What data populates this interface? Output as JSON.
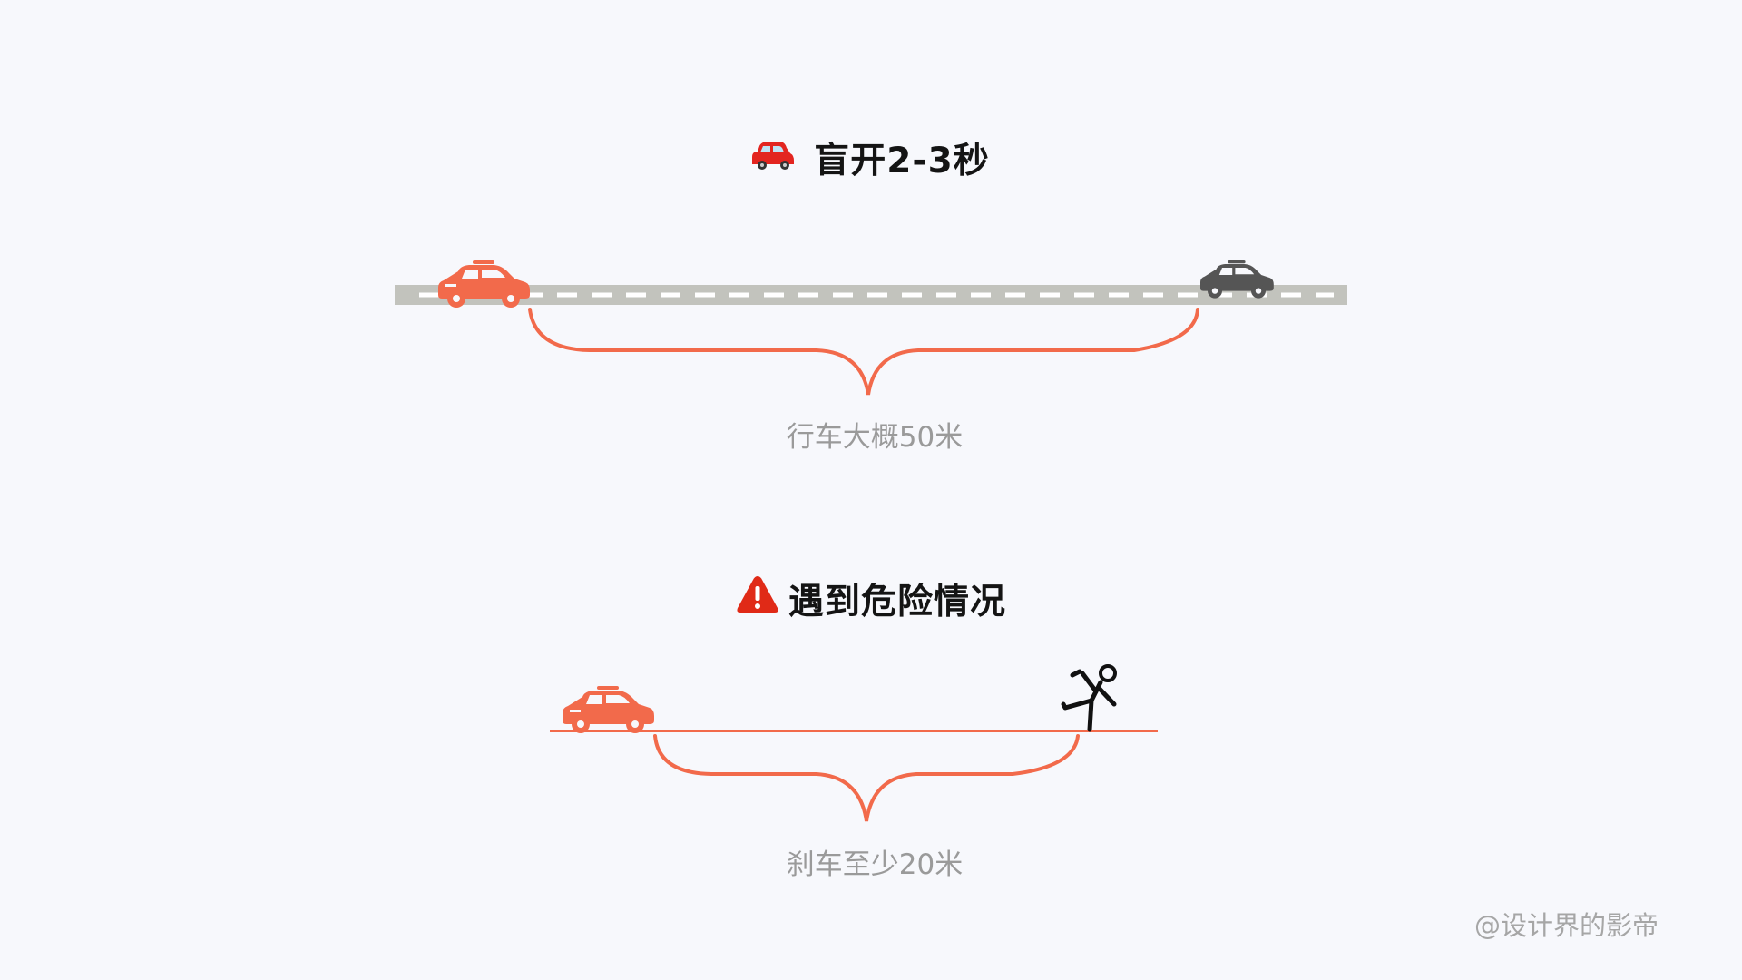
{
  "section1": {
    "title": "盲开2-3秒",
    "title_icon": "car-emoji-icon",
    "distance_label": "行车大概50米"
  },
  "section2": {
    "title": "遇到危险情况",
    "title_icon": "warning-triangle-icon",
    "distance_label": "刹车至少20米"
  },
  "credit": "@设计界的影帝",
  "colors": {
    "accent": "#f26a4b",
    "road": "#c2c3bd",
    "gray_car": "#555555",
    "warning": "#e02a17",
    "background": "#f7f8fc"
  }
}
